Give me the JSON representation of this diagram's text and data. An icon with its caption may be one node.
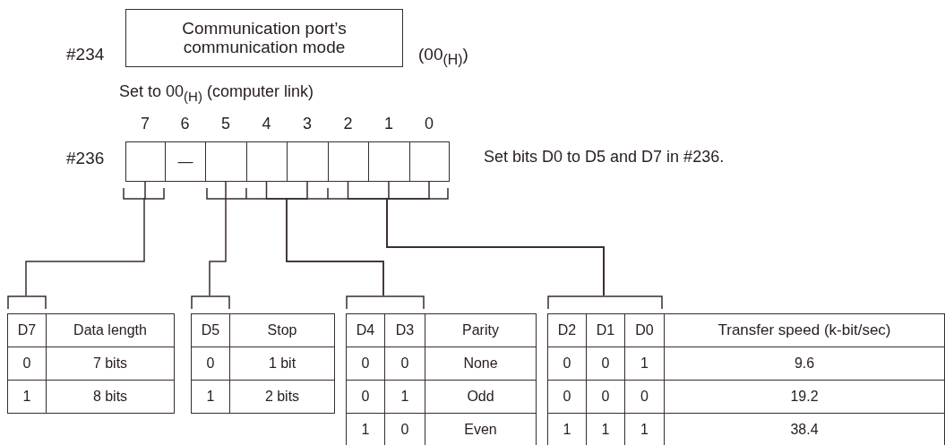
{
  "diagram": {
    "nodes": [
      {
        "text": [
          "Communication port’s communication mode"
        ],
        "beside": [
          "#234",
          "(00$_{(H)}$)"
        ]
      },
      {
        "text": [],
        "shape": "box",
        "beside": [
          "#236"
        ]
      },
      {
        "text": [
          "—"
        ]
      },
      {
        "text": [],
        "shape": "box"
      },
      {
        "text": [],
        "shape": "box"
      },
      {
        "text": [],
        "shape": "box"
      },
      {
        "text": [],
        "shape": "box"
      },
      {
        "text": [],
        "shape": "box"
      },
      {
        "text": [],
        "shape": "box"
      },
      {
        "text": [
          "D7",
          "Data length",
          "0",
          "7 bits",
          "1",
          "8 bits"
        ]
      },
      {
        "text": [
          "D5",
          "Stop",
          "0",
          "1 bit",
          "1",
          "2 bits"
        ]
      },
      {
        "text": [
          "D4",
          "D3",
          "Parity",
          "0",
          "0",
          "None",
          "0",
          "1",
          "Odd",
          "1",
          "0",
          "Even"
        ]
      },
      {
        "text": [
          "D2",
          "D1",
          "D0",
          "Transfer speed (k-bit/sec)",
          "0",
          "0",
          "1",
          "9.6",
          "0",
          "0",
          "0",
          "19.2",
          "1",
          "1",
          "1",
          "38.4"
        ]
      }
    ],
    "edges": [
      {
        "from": 1,
        "to": 9,
        "arrow": "none"
      },
      {
        "from": 3,
        "to": 10,
        "arrow": "none"
      },
      {
        "from": 4,
        "to": 11,
        "arrow": "none"
      },
      {
        "from": 5,
        "to": 11,
        "arrow": "none"
      },
      {
        "from": 6,
        "to": 12,
        "arrow": "none"
      },
      {
        "from": 7,
        "to": 12,
        "arrow": "none"
      },
      {
        "from": 8,
        "to": 12,
        "arrow": "none"
      }
    ],
    "labels": [
      "Set to 00$_{(H)}$ (computer link)",
      "7",
      "6",
      "5",
      "4",
      "3",
      "2",
      "1",
      "0",
      "Set bits D0 to D5 and D7 in #236."
    ]
  }
}
